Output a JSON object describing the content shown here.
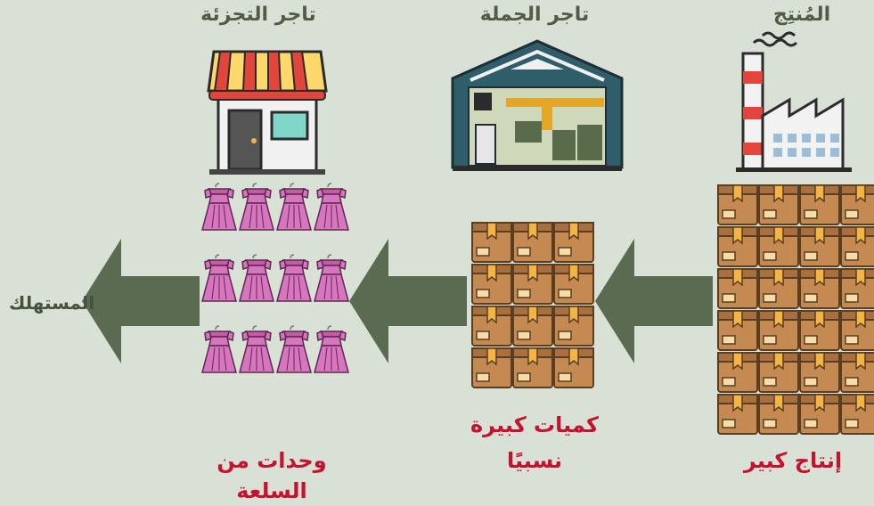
{
  "labels": {
    "retailer": "تاجر التجزئة",
    "wholesaler": "تاجر الجملة",
    "producer": "المُنتِج",
    "consumer": "المستهلك",
    "retail_caption": "وحدات من السلعة",
    "wholesale_caption_line1": "كميات كبيرة",
    "wholesale_caption_line2": "نسبيًا",
    "producer_caption": "إنتاج كبير"
  },
  "colors": {
    "background": "#d9e1d6",
    "arrow": "#5b6b52",
    "caption": "#c4122f",
    "title": "#4e5d46",
    "box": "#c48a52",
    "dress": "#d874c0"
  }
}
